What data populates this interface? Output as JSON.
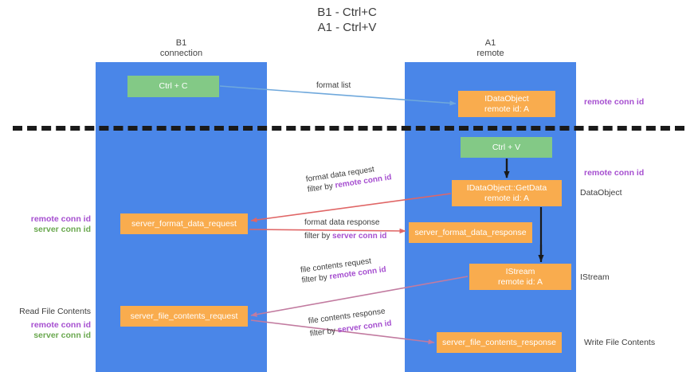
{
  "title": {
    "line1": "B1 - Ctrl+C",
    "line2": "A1 - Ctrl+V"
  },
  "lanes": [
    {
      "id": "b1",
      "name": "B1",
      "role": "connection",
      "color": "#4a86e8"
    },
    {
      "id": "a1",
      "name": "A1",
      "role": "remote",
      "color": "#4a86e8"
    }
  ],
  "colors": {
    "lane": "#4a86e8",
    "green_node": "#83c986",
    "orange_node": "#f9ac4e",
    "remote_conn_id": "#a64fd0",
    "server_conn_id": "#6aa84f",
    "arrow_format_list": "#6fa8dc",
    "arrow_format_data": "#e06666",
    "arrow_file_contents": "#c27ba0",
    "arrow_flow": "#1a1a1a",
    "divider": "#1a1a1a",
    "text": "#3c3c3c"
  },
  "nodes": {
    "ctrl_c": {
      "label": "Ctrl + C",
      "type": "action",
      "lane": "b1"
    },
    "idataobject": {
      "line1": "IDataObject",
      "line2": "remote id: A",
      "type": "object",
      "lane": "a1"
    },
    "ctrl_v": {
      "label": "Ctrl + V",
      "type": "action",
      "lane": "a1"
    },
    "getdata": {
      "line1": "IDataObject::GetData",
      "line2": "remote id: A",
      "type": "object",
      "lane": "a1"
    },
    "server_format_data_request": {
      "label": "server_format_data_request",
      "type": "message",
      "lane": "b1"
    },
    "server_format_data_response": {
      "label": "server_format_data_response",
      "type": "message",
      "lane": "a1"
    },
    "istream": {
      "line1": "IStream",
      "line2": "remote id: A",
      "type": "object",
      "lane": "a1"
    },
    "server_file_contents_request": {
      "label": "server_file_contents_request",
      "type": "message",
      "lane": "b1"
    },
    "server_file_contents_response": {
      "label": "server_file_contents_response",
      "type": "message",
      "lane": "a1"
    }
  },
  "edges": {
    "format_list": {
      "label": "format list",
      "filter": ""
    },
    "format_data_request": {
      "label": "format data request",
      "filter_prefix": "filter by ",
      "filter_key": "remote conn id"
    },
    "format_data_response": {
      "label": "format data response",
      "filter_prefix": "filter by ",
      "filter_key": "server conn id"
    },
    "file_contents_request": {
      "label": "file contents request",
      "filter_prefix": "filter by ",
      "filter_key": "remote conn id"
    },
    "file_contents_response": {
      "label": "file contents response",
      "filter_prefix": "filter by ",
      "filter_key": "server conn id"
    }
  },
  "annotations": {
    "remote_conn_id_top": "remote conn id",
    "remote_conn_id_mid": "remote conn id",
    "data_object": "DataObject",
    "istream": "IStream",
    "write_file_contents": "Write File Contents",
    "read_file_contents": "Read File Contents",
    "left_remote": "remote conn id",
    "left_server": "server conn id",
    "left_remote2": "remote conn id",
    "left_server2": "server conn id"
  }
}
